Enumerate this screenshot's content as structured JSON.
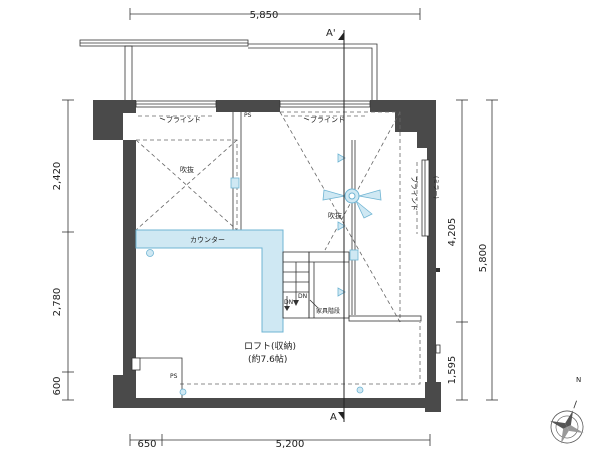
{
  "colors": {
    "wall": "#4a4a4a",
    "fixture": "#cfe8f3",
    "fixture_stroke": "#6fb4d3",
    "line": "#333333"
  },
  "dimensions": {
    "top_total": "5,850",
    "bottom_left": "650",
    "bottom_right": "5,200",
    "left_upper": "2,420",
    "left_middle": "2,780",
    "left_lower": "600",
    "right_upper": "4,205",
    "right_total": "5,800",
    "right_lower": "1,595"
  },
  "section_marks": {
    "top": "A'",
    "bottom": "A"
  },
  "labels": {
    "blind_left": "ブラインド",
    "blind_right": "ブラインド",
    "blind_side": "ブラインド",
    "blind_side_alt": "(ミラー)",
    "ps_top": "PS",
    "ps_bottom": "PS",
    "void_left": "吹抜",
    "void_right": "吹抜",
    "counter": "カウンター",
    "dn_1": "DN",
    "dn_2": "DN",
    "furniture_stairs": "家具階段",
    "loft_title": "ロフト(収納)",
    "loft_size": "(約7.6帖)"
  },
  "compass": {
    "north": "N"
  }
}
